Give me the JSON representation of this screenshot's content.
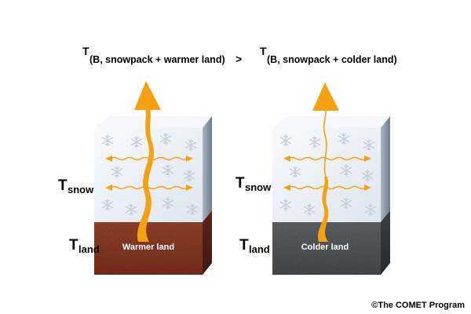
{
  "equation": {
    "left_main": "T",
    "left_sub": "(B, snowpack + warmer land)",
    "operator": ">",
    "right_main": "T",
    "right_sub": "(B, snowpack + colder land)"
  },
  "panels": [
    {
      "snow_label": {
        "main": "T",
        "sub": "snow"
      },
      "land_label": {
        "main": "T",
        "sub": "land"
      },
      "land_text": "Warmer land",
      "land_color": "#8a3a22",
      "emission": "strong"
    },
    {
      "snow_label": {
        "main": "T",
        "sub": "snow"
      },
      "land_label": {
        "main": "T",
        "sub": "land"
      },
      "land_text": "Colder land",
      "land_color": "#5a5a5a",
      "emission": "weak"
    }
  ],
  "colors": {
    "arrow": "#f5a011",
    "snow_front": "#e8eef5",
    "snow_side": "#9aa8b8",
    "snow_top": "#f7f9fb"
  },
  "copyright": "©The COMET Program"
}
